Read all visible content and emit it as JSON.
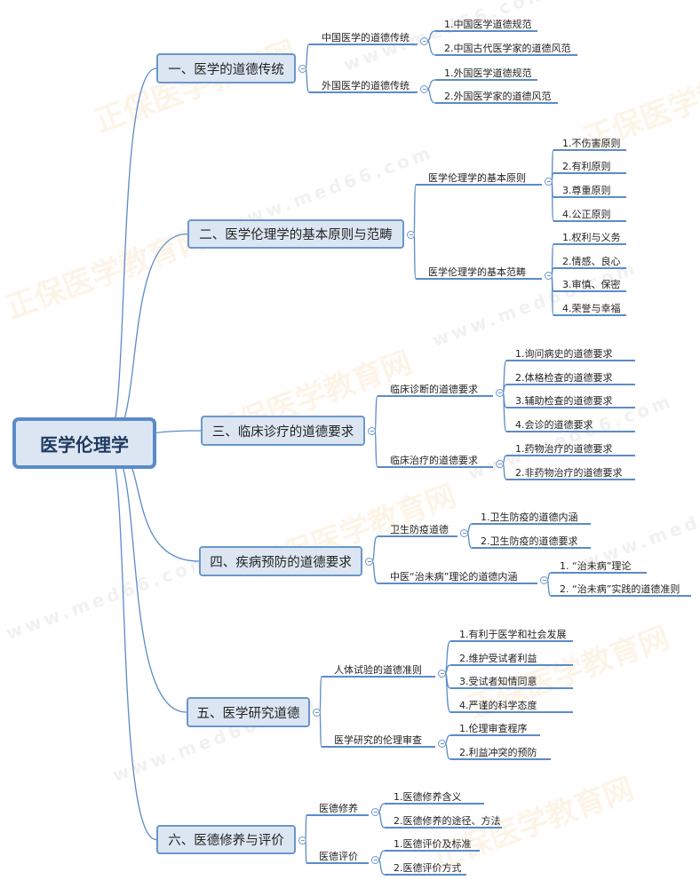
{
  "watermark": {
    "brand": "正保医学教育网",
    "url": "www.med66.com"
  },
  "colors": {
    "line": "#5b8bc9",
    "box_fill": "#dce6f2",
    "box_border": "#6b96cc"
  },
  "root": {
    "label": "医学伦理学"
  },
  "branches": [
    {
      "label": "一、医学的道德传统",
      "children": [
        {
          "label": "中国医学的道德传统",
          "children": [
            "1.中国医学道德规范",
            "2.中国古代医学家的道德风范"
          ]
        },
        {
          "label": "外国医学的道德传统",
          "children": [
            "1.外国医学道德规范",
            "2.外国医学家的道德风范"
          ]
        }
      ]
    },
    {
      "label": "二、医学伦理学的基本原则与范畴",
      "children": [
        {
          "label": "医学伦理学的基本原则",
          "children": [
            "1.不伤害原则",
            "2.有利原则",
            "3.尊重原则",
            "4.公正原则"
          ]
        },
        {
          "label": "医学伦理学的基本范畴",
          "children": [
            "1.权利与义务",
            "2.情感、良心",
            "3.审慎、保密",
            "4.荣誉与幸福"
          ]
        }
      ]
    },
    {
      "label": "三、临床诊疗的道德要求",
      "children": [
        {
          "label": "临床诊断的道德要求",
          "children": [
            "1.询问病史的道德要求",
            "2.体格检查的道德要求",
            "3.辅助检查的道德要求",
            "4.会诊的道德要求"
          ]
        },
        {
          "label": "临床治疗的道德要求",
          "children": [
            "1.药物治疗的道德要求",
            "2.非药物治疗的道德要求"
          ]
        }
      ]
    },
    {
      "label": "四、疾病预防的道德要求",
      "children": [
        {
          "label": "卫生防疫道德",
          "children": [
            "1.卫生防疫的道德内涵",
            "2.卫生防疫的道德要求"
          ]
        },
        {
          "label": "中医“治未病”理论的道德内涵",
          "children": [
            "1. “治未病”理论",
            "2. “治未病”实践的道德准则"
          ]
        }
      ]
    },
    {
      "label": "五、医学研究道德",
      "children": [
        {
          "label": "人体试验的道德准则",
          "children": [
            "1.有利于医学和社会发展",
            "2.维护受试者利益",
            "3.受试者知情同意",
            "4.严谨的科学态度"
          ]
        },
        {
          "label": "医学研究的伦理审查",
          "children": [
            "1.伦理审查程序",
            "2.利益冲突的预防"
          ]
        }
      ]
    },
    {
      "label": "六、医德修养与评价",
      "children": [
        {
          "label": "医德修养",
          "children": [
            "1.医德修养含义",
            "2.医德修养的途径、方法"
          ]
        },
        {
          "label": "医德评价",
          "children": [
            "1.医德评价及标准",
            "2.医德评价方式"
          ]
        }
      ]
    }
  ]
}
